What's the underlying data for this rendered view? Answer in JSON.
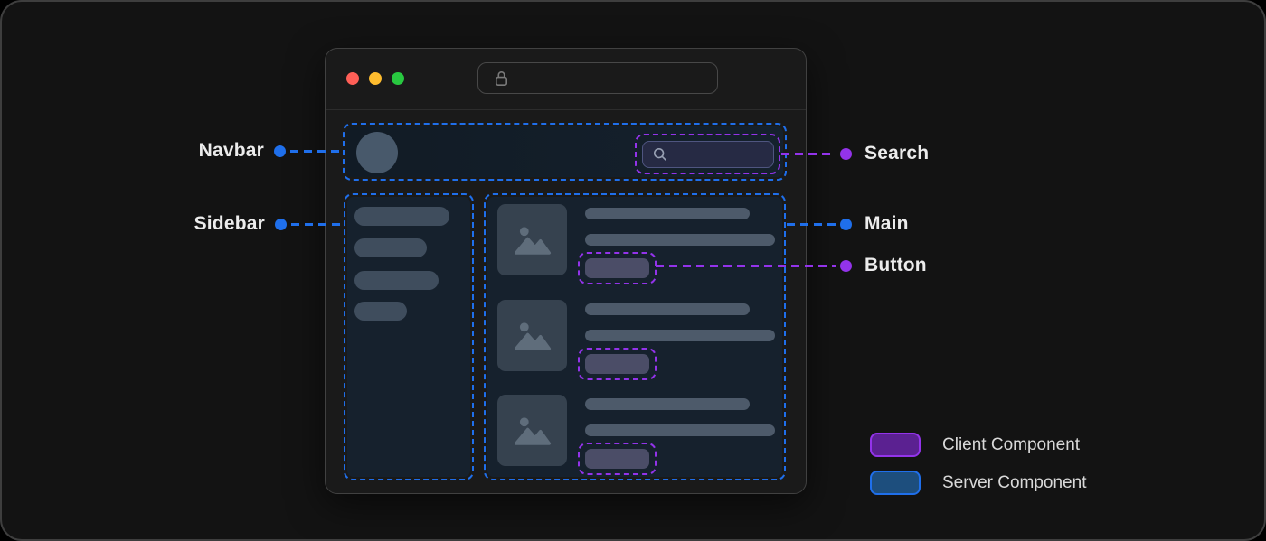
{
  "window": {
    "title_bar": {
      "traffic_lights": [
        "close",
        "minimize",
        "zoom"
      ],
      "url_value": ""
    }
  },
  "navbar": {
    "search_value": ""
  },
  "callouts": {
    "navbar": "Navbar",
    "sidebar": "Sidebar",
    "search": "Search",
    "main": "Main",
    "button": "Button"
  },
  "legend": {
    "client_label": "Client Component",
    "server_label": "Server Component"
  },
  "mock_content": {
    "sidebar_skeleton_bars": 4,
    "main_cards": 3
  },
  "colors": {
    "server_accent": "#1f6feb",
    "client_accent": "#9333ea",
    "client_swatch_fill": "#5b2191",
    "server_swatch_fill": "#1d4e7d",
    "light_red": "#ff5f57",
    "light_yellow": "#febc2e",
    "light_green": "#28c840"
  }
}
